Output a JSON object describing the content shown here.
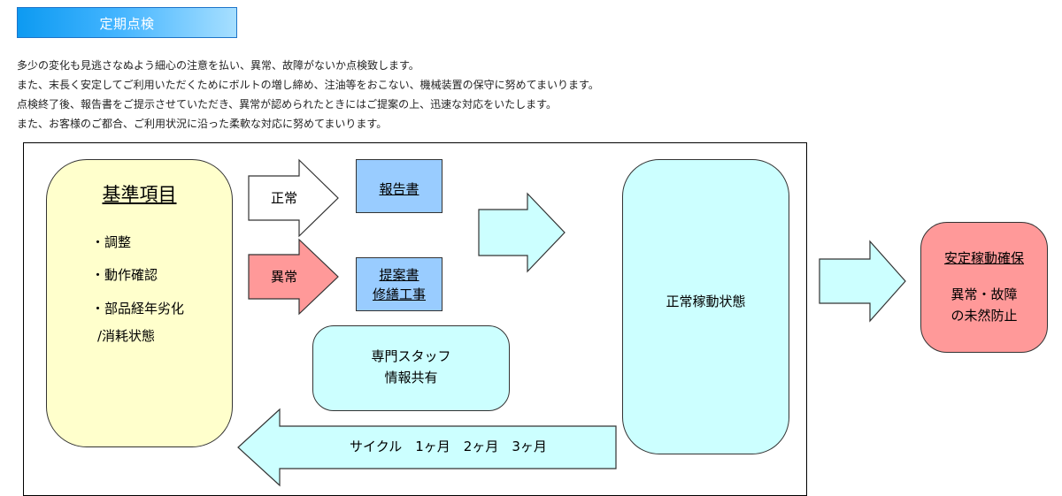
{
  "header": {
    "title": "定期点検"
  },
  "description": {
    "line1": "多少の変化も見逃さなぬよう細心の注意を払い、異常、故障がないか点検致します。",
    "line2": "また、末長く安定してご利用いただくためにボルトの増し締め、注油等をおこない、機械装置の保守に努めてまいります。",
    "line3": "点検終了後、報告書をご提示させていただき、異常が認められたときにはご提案の上、迅速な対応をいたします。",
    "line4": "また、お客様のご都合、ご利用状況に沿った柔軟な対応に努めてまいります。"
  },
  "diagram": {
    "criteria": {
      "title": "基準項目",
      "item1": "・調整",
      "item2": "・動作確認",
      "item3": "・部品経年劣化",
      "item4": "/消耗状態"
    },
    "arrow_normal_label": "正常",
    "arrow_abnormal_label": "異常",
    "report_box": "報告書",
    "proposal_box": {
      "line1": "提案書",
      "line2": "修繕工事"
    },
    "staff_box": {
      "line1": "専門スタッフ",
      "line2": "情報共有"
    },
    "normal_operation": "正常稼動状態",
    "cycle_label": "サイクル　1ヶ月　2ヶ月　3ヶ月",
    "result_box": {
      "title": "安定稼動確保",
      "line2": "異常・故障",
      "line3": "の未然防止"
    },
    "colors": {
      "criteria_fill": "#ffffcc",
      "doc_fill": "#99ccff",
      "cyan_fill": "#ccffff",
      "abnormal_fill": "#ff9999",
      "result_fill": "#ff9999"
    }
  }
}
